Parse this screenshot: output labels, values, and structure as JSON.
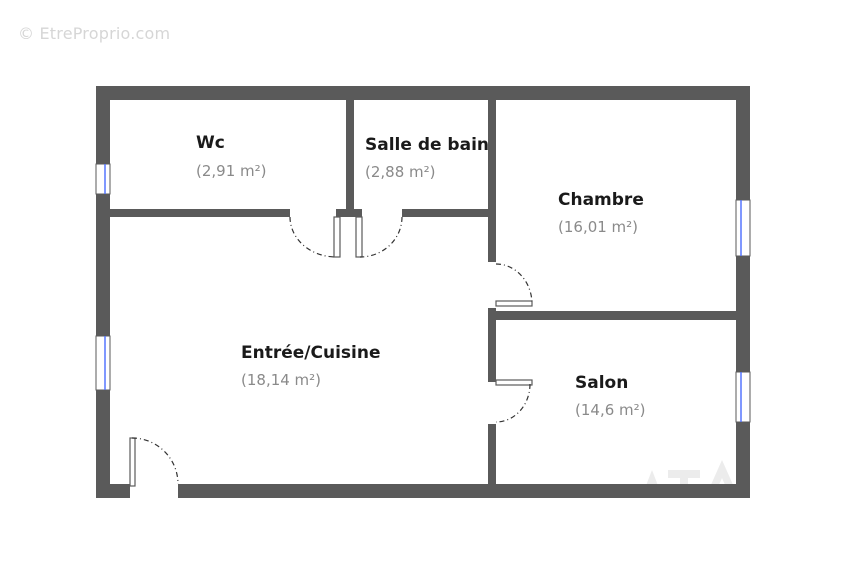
{
  "watermark": "© EtreProprio.com",
  "rooms": [
    {
      "name": "Wc",
      "area": "(2,91 m²)"
    },
    {
      "name": "Salle de bain",
      "area": "(2,88 m²)"
    },
    {
      "name": "Chambre",
      "area": "(16,01 m²)"
    },
    {
      "name": "Entrée/Cuisine",
      "area": "(18,14 m²)"
    },
    {
      "name": "Salon",
      "area": "(14,6 m²)"
    }
  ],
  "colors": {
    "wall": "#5a5a5a",
    "window": "#4a6cff",
    "area_text": "#8a8a8a"
  }
}
